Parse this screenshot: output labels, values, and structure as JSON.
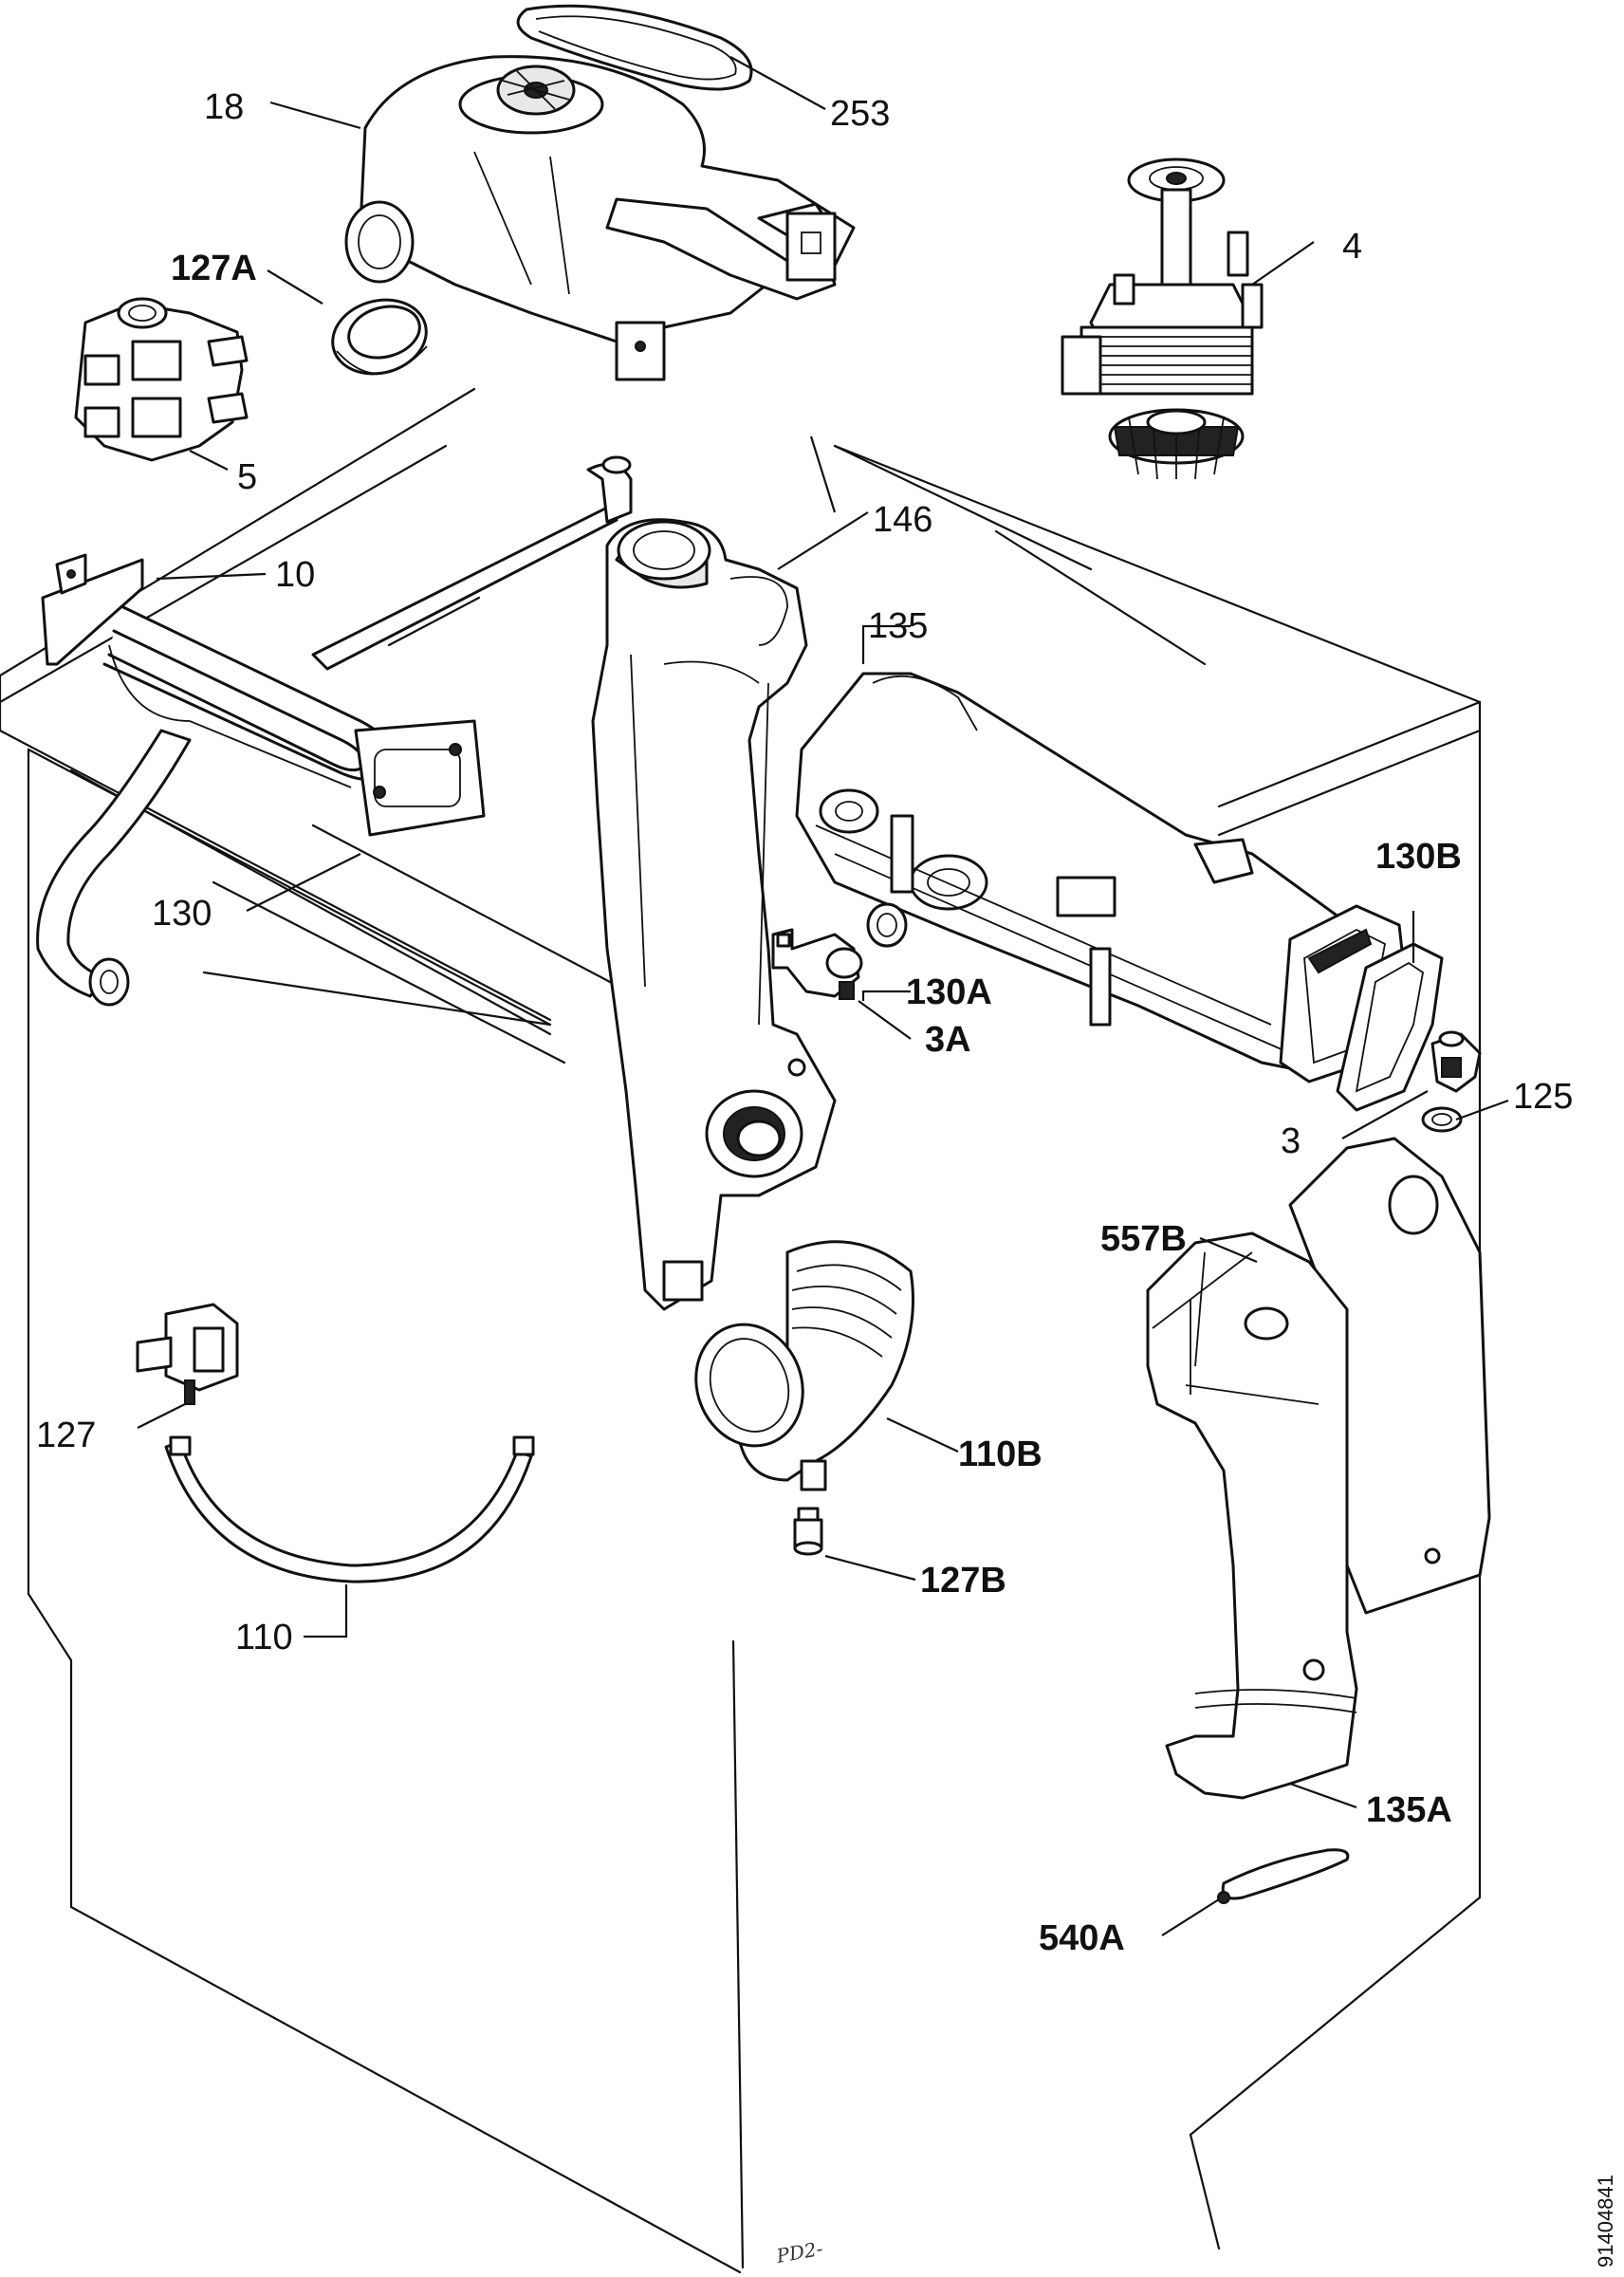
{
  "labels": {
    "p18": "18",
    "p253": "253",
    "p127A": "127A",
    "p4": "4",
    "p5": "5",
    "p146": "146",
    "p10": "10",
    "p135": "135",
    "p130B": "130B",
    "p130": "130",
    "p130A": "130A",
    "p3A": "3A",
    "p3": "3",
    "p125": "125",
    "p557B": "557B",
    "p127": "127",
    "p110B": "110B",
    "p127B": "127B",
    "p110": "110",
    "p135A": "135A",
    "p540A": "540A"
  },
  "document_number": "91404841",
  "signature": "PD2-"
}
